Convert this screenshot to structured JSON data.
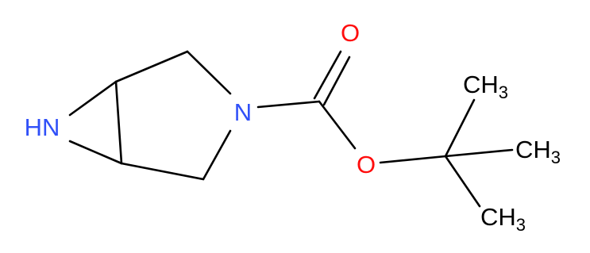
{
  "colors": {
    "bond": "#000000",
    "nitrogen": "#3050F8",
    "oxygen": "#FF0D0D",
    "carbon_label": "#000000"
  },
  "atoms": {
    "aziridine_nh": "HN",
    "ring_n": "N",
    "carbonyl_o": "O",
    "ester_o": "O",
    "methyl_top": {
      "main": "CH",
      "sub": "3"
    },
    "methyl_right": {
      "main": "CH",
      "sub": "3"
    },
    "methyl_bottom": {
      "main": "CH",
      "sub": "3"
    }
  }
}
